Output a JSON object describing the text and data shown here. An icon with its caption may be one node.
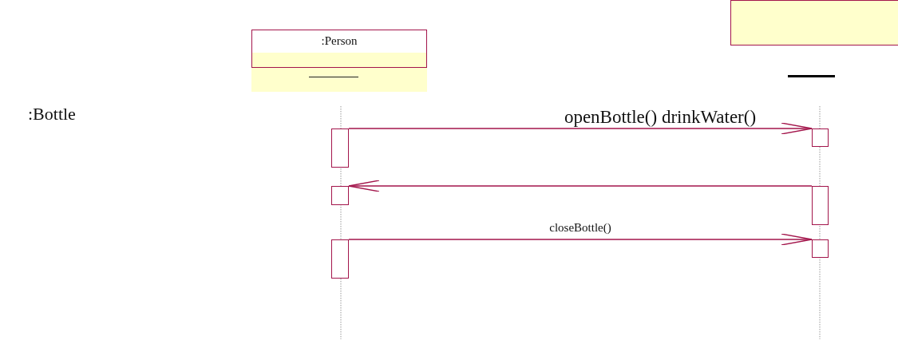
{
  "diagram": {
    "nodes": [
      {
        "text": [
          ":Person"
        ]
      },
      {
        "text": [],
        "shape": "box"
      },
      {
        "text": [],
        "shape": "box"
      },
      {
        "text": [],
        "shape": "box"
      },
      {
        "text": [],
        "shape": "box"
      },
      {
        "text": [],
        "shape": "box"
      },
      {
        "text": [],
        "shape": "box"
      },
      {
        "text": [],
        "shape": "box"
      }
    ],
    "edges": [
      {
        "from": 2,
        "to": 3,
        "arrow": "to",
        "label": "openBottle() drinkWater()"
      },
      {
        "from": 4,
        "to": 5,
        "arrow": "to"
      },
      {
        "from": 6,
        "to": 7,
        "arrow": "to",
        "label": "closeBottle()"
      }
    ],
    "labels": [
      ":Bottle"
    ]
  }
}
